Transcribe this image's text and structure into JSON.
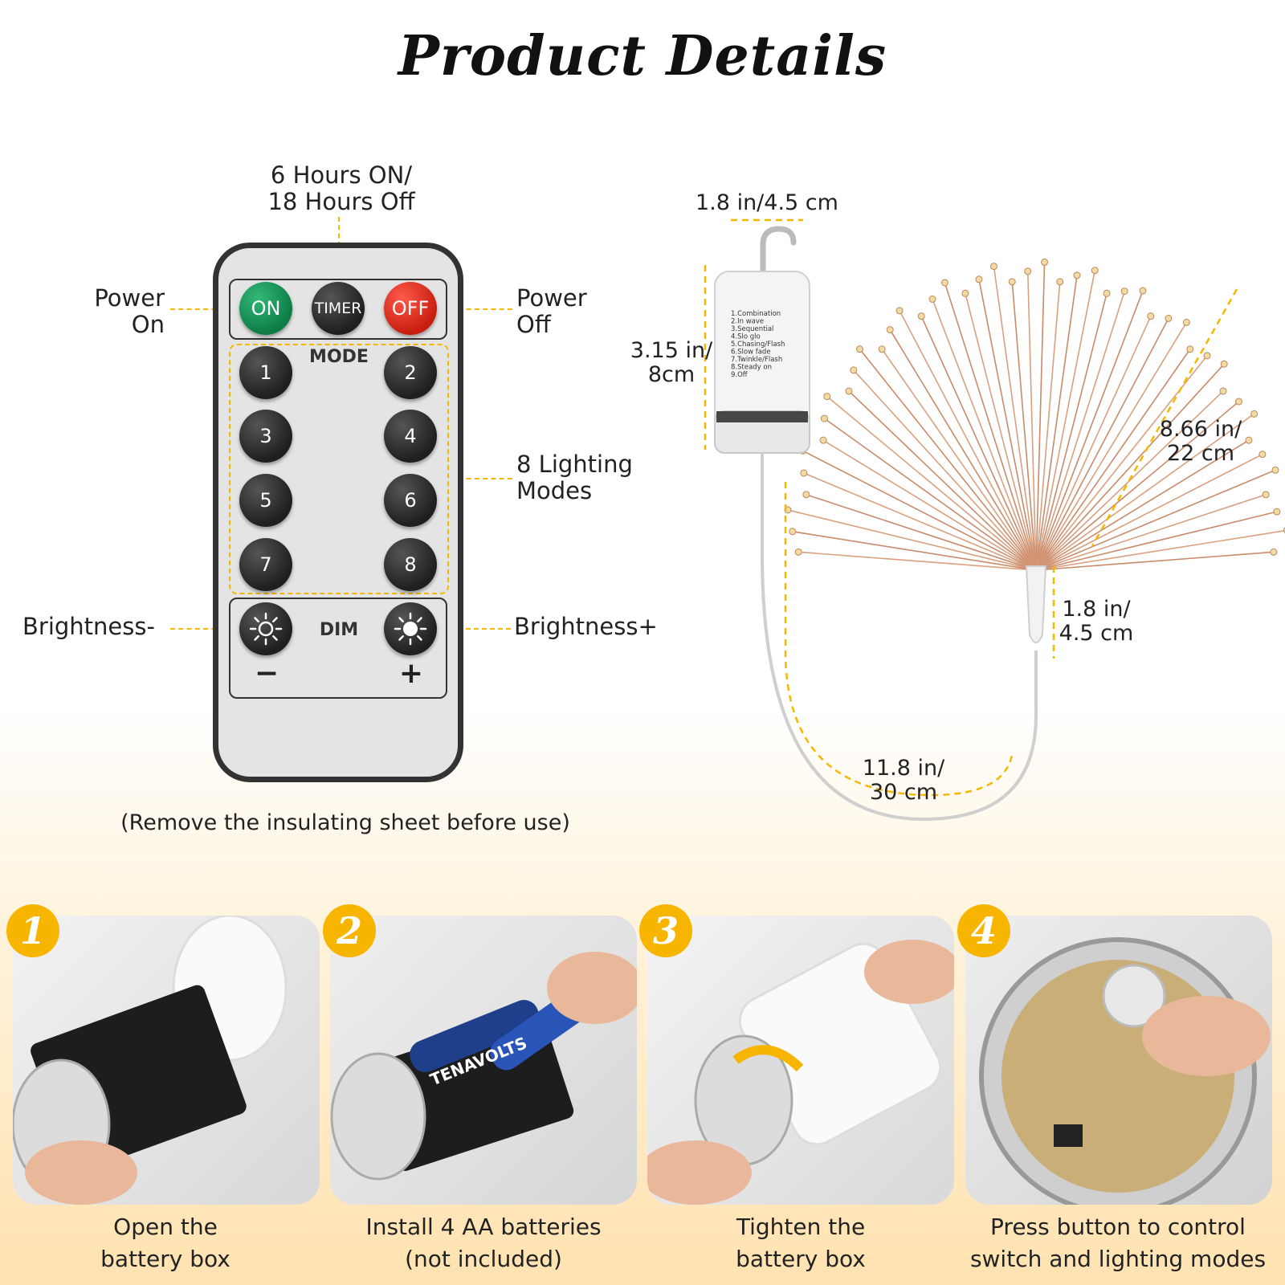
{
  "title": "Product Details",
  "timer_label": [
    "6 Hours ON/",
    "18 Hours Off"
  ],
  "power_on_label": [
    "Power",
    "On"
  ],
  "power_off_label": [
    "Power",
    "Off"
  ],
  "modes_label": [
    "8 Lighting",
    "Modes"
  ],
  "brightness_minus_label": "Brightness-",
  "brightness_plus_label": "Brightness+",
  "remote": {
    "on": "ON",
    "timer": "TIMER",
    "off": "OFF",
    "mode": "MODE",
    "numbers": [
      "1",
      "2",
      "3",
      "4",
      "5",
      "6",
      "7",
      "8"
    ],
    "dim": "DIM",
    "minus": "−",
    "plus": "+"
  },
  "remote_note": "(Remove the insulating sheet before use)",
  "dimensions": {
    "box_width": "1.8 in/4.5 cm",
    "box_height": [
      "3.15 in/",
      "8cm"
    ],
    "fan_length": [
      "8.66 in/",
      "22 cm"
    ],
    "stem_length": [
      "1.8 in/",
      "4.5 cm"
    ],
    "wire_length": [
      "11.8 in/",
      "30 cm"
    ]
  },
  "box_modes": [
    "1.Combination",
    "2.In wave",
    "3.Sequential",
    "4.Slo glo",
    "5.Chasing/Flash",
    "6.Slow fade",
    "7.Twinkle/Flash",
    "8.Steady on",
    "9.Off"
  ],
  "steps": [
    {
      "num": "1",
      "caption": [
        "Open the",
        "battery box"
      ]
    },
    {
      "num": "2",
      "caption": [
        "Install 4 AA batteries",
        "(not included)"
      ],
      "brand": "TENAVOLTS"
    },
    {
      "num": "3",
      "caption": [
        "Tighten the",
        "battery box"
      ]
    },
    {
      "num": "4",
      "caption": [
        "Press button to control",
        "switch and lighting modes"
      ]
    }
  ],
  "colors": {
    "accent": "#f7b500",
    "on": "#0d7d45",
    "off": "#c71e10"
  }
}
